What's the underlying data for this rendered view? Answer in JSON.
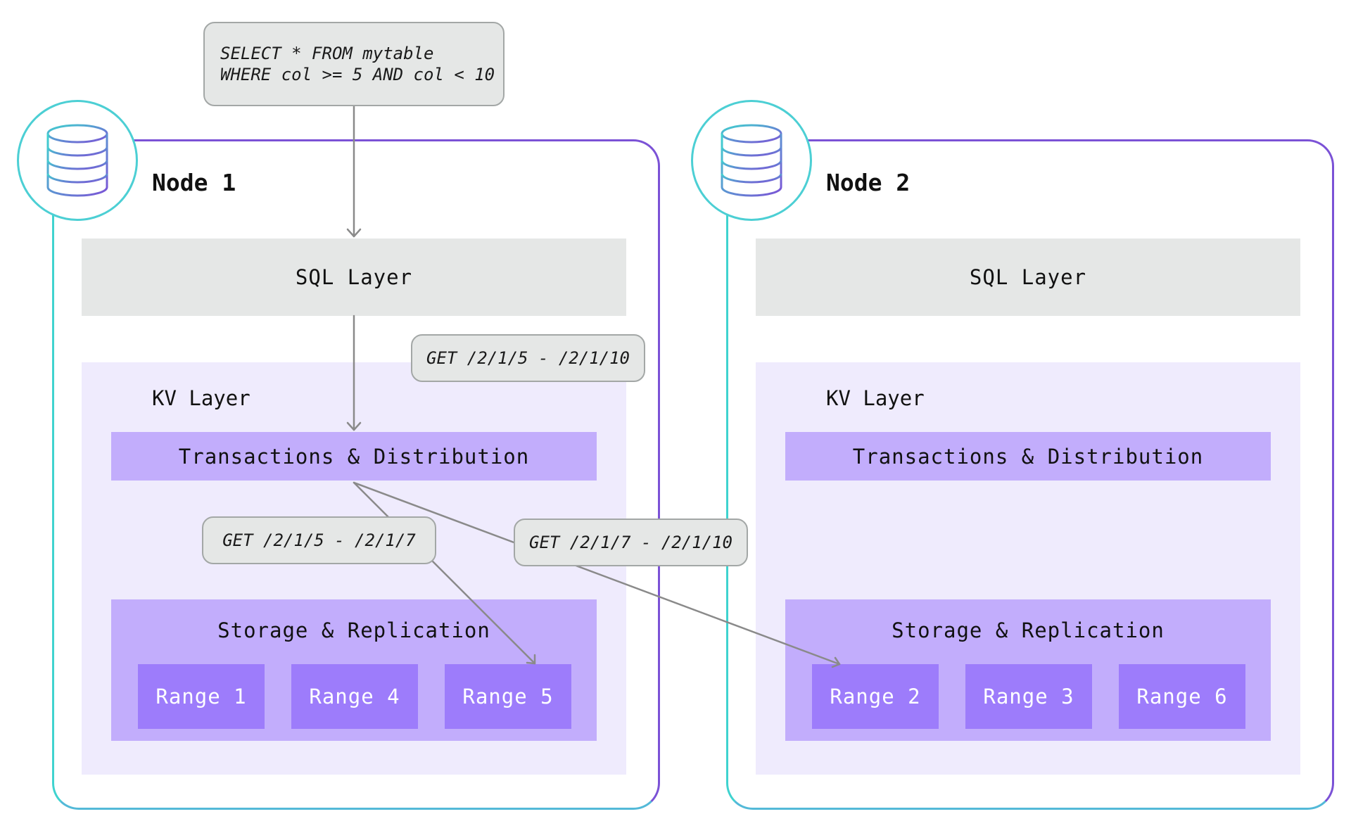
{
  "query": {
    "line1": "SELECT * FROM mytable",
    "line2": "WHERE col >= 5 AND col < 10"
  },
  "nodes": [
    {
      "title": "Node 1",
      "sql_layer": "SQL Layer",
      "kv_layer": "KV Layer",
      "transactions": "Transactions & Distribution",
      "storage": "Storage & Replication",
      "ranges": [
        "Range 1",
        "Range 4",
        "Range 5"
      ]
    },
    {
      "title": "Node 2",
      "sql_layer": "SQL Layer",
      "kv_layer": "KV Layer",
      "transactions": "Transactions & Distribution",
      "storage": "Storage & Replication",
      "ranges": [
        "Range 2",
        "Range 3",
        "Range 6"
      ]
    }
  ],
  "requests": {
    "full": "GET /2/1/5 - /2/1/10",
    "node1_part": "GET /2/1/5 - /2/1/7",
    "node2_part": "GET /2/1/7 - /2/1/10"
  },
  "colors": {
    "frame_purple": "#7b52d6",
    "frame_teal": "#3fd3cf",
    "layer_gray": "#e5e7e6",
    "kv_lavender": "#efebfd",
    "bar_purple": "#c2adfc",
    "range_purple": "#9d7cfb",
    "arrow_gray": "#8a8a8a"
  },
  "icons": [
    "database-icon"
  ]
}
